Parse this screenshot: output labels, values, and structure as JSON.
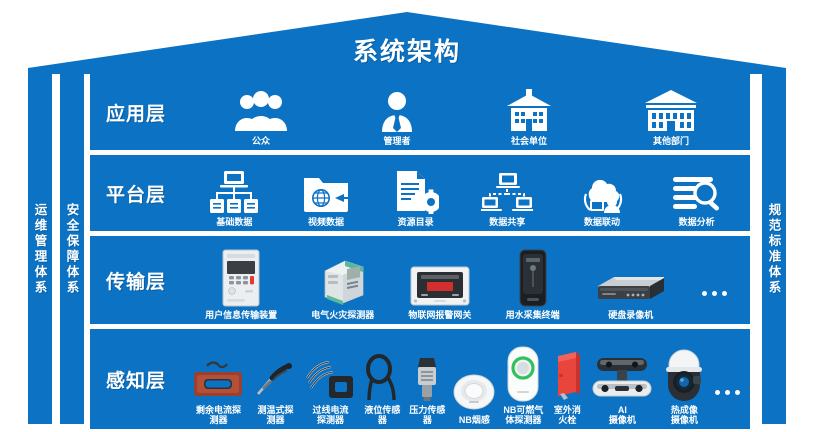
{
  "diagram": {
    "title": "系统架构",
    "accent_color": "#0b72c4",
    "background_color": "#ffffff",
    "text_color": "#ffffff"
  },
  "pillars": {
    "left_outer": "运维管理体系",
    "left_inner": "安全保障体系",
    "right": "规范标准体系"
  },
  "layers": [
    {
      "id": "application",
      "title": "应用层",
      "items": [
        {
          "label": "公众",
          "icon": "people-group-icon"
        },
        {
          "label": "管理者",
          "icon": "manager-person-icon"
        },
        {
          "label": "社会单位",
          "icon": "house-building-icon"
        },
        {
          "label": "其他部门",
          "icon": "government-building-icon"
        }
      ],
      "ellipsis": false
    },
    {
      "id": "platform",
      "title": "平台层",
      "items": [
        {
          "label": "基础数据",
          "icon": "server-network-icon"
        },
        {
          "label": "视频数据",
          "icon": "folder-globe-icon"
        },
        {
          "label": "资源目录",
          "icon": "document-gear-icon"
        },
        {
          "label": "数据共享",
          "icon": "computers-share-icon"
        },
        {
          "label": "数据联动",
          "icon": "cloud-link-icon"
        },
        {
          "label": "数据分析",
          "icon": "data-search-icon"
        }
      ],
      "ellipsis": false
    },
    {
      "id": "transport",
      "title": "传输层",
      "items": [
        {
          "label": "用户信息传输装置",
          "icon": "transmission-panel-device"
        },
        {
          "label": "电气火灾探测器",
          "icon": "din-rail-detector-device"
        },
        {
          "label": "物联网报警网关",
          "icon": "alarm-gateway-device"
        },
        {
          "label": "用水采集终端",
          "icon": "water-terminal-device"
        },
        {
          "label": "硬盘录像机",
          "icon": "nvr-recorder-device"
        }
      ],
      "ellipsis": true
    },
    {
      "id": "perception",
      "title": "感知层",
      "items": [
        {
          "label": "剩余电流探\n测器",
          "icon": "residual-current-detector"
        },
        {
          "label": "测温式探\n测器",
          "icon": "temperature-probe-detector"
        },
        {
          "label": "过线电流\n探测器",
          "icon": "ct-clamp-detector"
        },
        {
          "label": "液位传感\n器",
          "icon": "level-sensor"
        },
        {
          "label": "压力传感\n器",
          "icon": "pressure-sensor"
        },
        {
          "label": "NB烟感",
          "icon": "nb-smoke-detector"
        },
        {
          "label": "NB可燃气\n体探测器",
          "icon": "nb-gas-detector"
        },
        {
          "label": "室外消\n火栓",
          "icon": "outdoor-hydrant"
        },
        {
          "label": "AI\n摄像机",
          "icon": "ai-camera"
        },
        {
          "label": "热成像\n摄像机",
          "icon": "thermal-ptz-camera"
        }
      ],
      "ellipsis": true
    }
  ]
}
